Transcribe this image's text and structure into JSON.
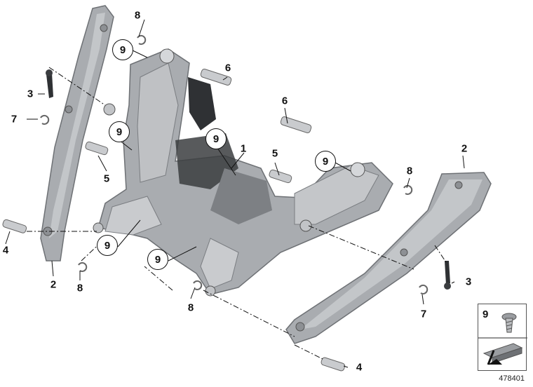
{
  "callouts": {
    "c8a": "8",
    "c9a": "9",
    "c6a": "6",
    "c3a": "3",
    "c7a": "7",
    "c9b": "9",
    "c5a": "5",
    "c1": "1",
    "c9c": "9",
    "c5b": "5",
    "c6b": "6",
    "c9d": "9",
    "c8b": "8",
    "c2a": "2",
    "c4a": "4",
    "c2b": "2",
    "c8c": "8",
    "c9e": "9",
    "c9f": "9",
    "c8d": "8",
    "c3b": "3",
    "c7b": "7",
    "c4b": "4"
  },
  "legend": {
    "part_number": "9"
  },
  "diagram_id": "478401",
  "colors": {
    "part_fill": "#a9acb0",
    "part_dark": "#6e7175",
    "part_light": "#cfd1d4",
    "line": "#111111"
  }
}
